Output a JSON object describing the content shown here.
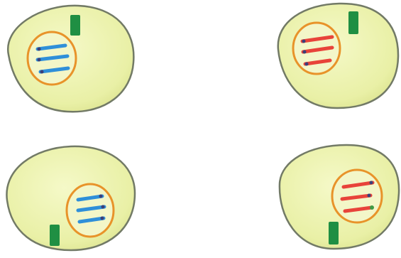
{
  "colors": {
    "background": "#ffffff",
    "cytoplasm": "#eef4b0",
    "cell_edge": "#727a66",
    "nucleus_ring": "#e8932a",
    "nucleus_fill": "#f3f6c8",
    "blue_chromosome": "#2f8fd9",
    "red_chromosome": "#e8433a",
    "dark_tip": "#3a3f7a",
    "green_tip": "#3f9b45",
    "green_organelle": "#1f8f43"
  },
  "cells": [
    {
      "id": "cell-top-left",
      "chromosomes": [
        "blue",
        "blue",
        "blue"
      ]
    },
    {
      "id": "cell-top-right",
      "chromosomes": [
        "red",
        "red",
        "red"
      ]
    },
    {
      "id": "cell-bottom-left",
      "chromosomes": [
        "blue",
        "blue",
        "blue"
      ]
    },
    {
      "id": "cell-bottom-right",
      "chromosomes": [
        "red",
        "red",
        "red"
      ]
    }
  ]
}
